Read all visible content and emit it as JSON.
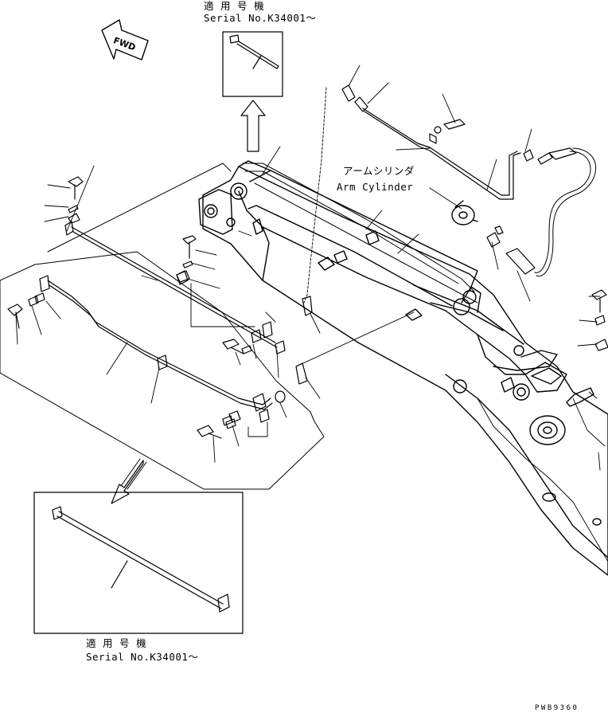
{
  "title": "",
  "top_note": {
    "applicable": "適 用 号 機",
    "serial": "Serial No.K34001～"
  },
  "bottom_note": {
    "applicable": "適 用 号 機",
    "serial": "Serial No.K34001～"
  },
  "arm_cylinder": {
    "jp": "アームシリンダ",
    "en": "Arm Cylinder"
  },
  "fwd_label": "FWD",
  "drawing_code": "PWB9360",
  "colors": {
    "line": "#000000",
    "background": "#ffffff"
  }
}
